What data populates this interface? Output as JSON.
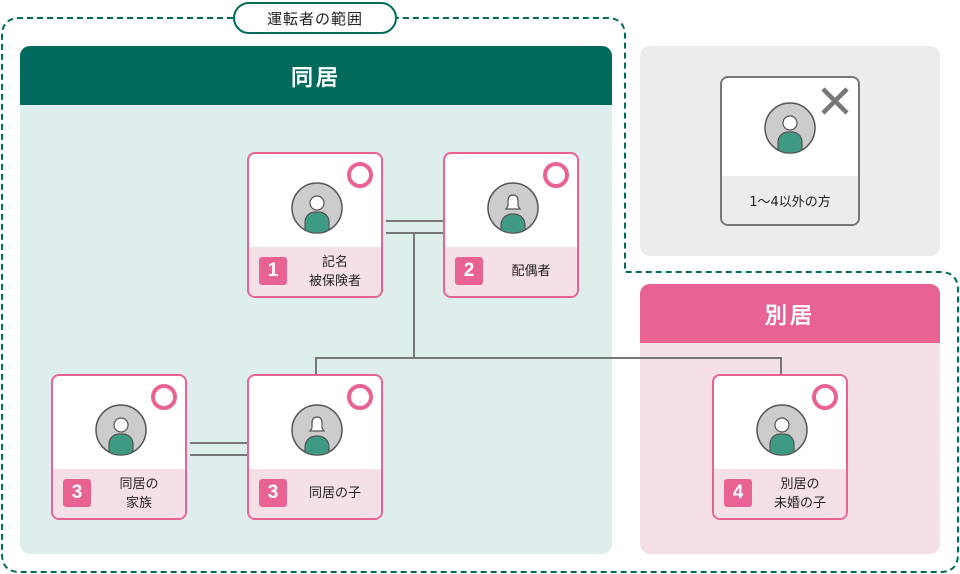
{
  "scope_label": "運転者の範囲",
  "panels": {
    "cohabit": {
      "title": "同居"
    },
    "separate": {
      "title": "別居"
    }
  },
  "cards": [
    {
      "number": "1",
      "label": "記名\n被保険者",
      "avatar": "person-male-icon",
      "status": "allowed"
    },
    {
      "number": "2",
      "label": "配偶者",
      "avatar": "person-female-icon",
      "status": "allowed"
    },
    {
      "number": "3",
      "label": "同居の\n家族",
      "avatar": "person-male-icon",
      "status": "allowed"
    },
    {
      "number": "3",
      "label": "同居の子",
      "avatar": "person-female-icon",
      "status": "allowed"
    },
    {
      "number": "4",
      "label": "別居の\n未婚の子",
      "avatar": "person-male-icon",
      "status": "allowed"
    }
  ],
  "other": {
    "label": "1〜4以外の方",
    "status": "not-allowed"
  },
  "colors": {
    "green": "#006b5c",
    "green_bg": "#ddeeed",
    "pink": "#e96294",
    "pink_bg": "#f6e0e7",
    "gray_bg": "#ececec",
    "avatar_body": "#3f9a83"
  }
}
